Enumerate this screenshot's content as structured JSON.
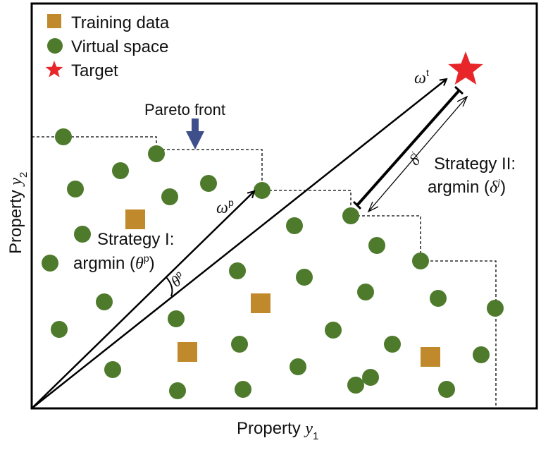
{
  "legend": {
    "training": "Training data",
    "virtual": "Virtual space",
    "target": "Target"
  },
  "axes": {
    "x_label": "Property ",
    "x_var": "y",
    "x_sub": "1",
    "y_label": "Property ",
    "y_var": "y",
    "y_sub": "2"
  },
  "annotations": {
    "pareto_front": "Pareto front",
    "strategy1_line1": "Strategy I:",
    "strategy1_line2": "argmin (",
    "strategy1_sym": "θ",
    "strategy1_sup": "p",
    "strategy1_close": ")",
    "theta": "θ",
    "theta_sup": "p",
    "omega_p": "ω",
    "omega_p_sup": "p",
    "omega_t": "ω",
    "omega_t_sup": "t",
    "delta": "δ",
    "delta_sup": "j",
    "strategy2_line1": "Strategy II:",
    "strategy2_line2": "argmin (",
    "strategy2_sym": "δ",
    "strategy2_sup": "j",
    "strategy2_close": ")"
  },
  "colors": {
    "virtual": "#4e7a2c",
    "training": "#c08a2c",
    "target": "#e8262a",
    "pareto_arrow": "#3f4f8c",
    "frame": "#000000"
  }
}
